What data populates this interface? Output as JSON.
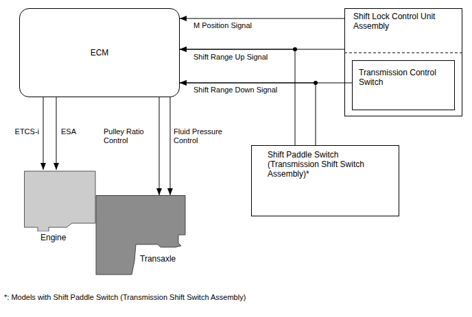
{
  "diagram": {
    "nodes": [
      {
        "text": [
          "ECM"
        ]
      },
      {
        "text": [
          "Shift Lock Control Unit Assembly"
        ]
      },
      {
        "text": [
          "Transmission Control Switch"
        ],
        "in": 1
      },
      {
        "text": [
          "Shift Paddle Switch (Transmission Shift Switch Assembly)*"
        ]
      },
      {
        "text": [
          "Engine"
        ]
      },
      {
        "text": [
          "Transaxle"
        ]
      }
    ],
    "edges": [
      {
        "from": 1,
        "to": 0,
        "arrow": "to",
        "label": "M Position Signal"
      },
      {
        "from": 1,
        "to": 0,
        "arrow": "to",
        "label": "Shift Range Up Signal"
      },
      {
        "from": 3,
        "to": 0,
        "arrow": "to"
      },
      {
        "from": 2,
        "to": 0,
        "arrow": "to",
        "label": "Shift Range Down Signal"
      },
      {
        "from": 3,
        "to": 0,
        "arrow": "to"
      },
      {
        "from": 0,
        "to": 4,
        "arrow": "to",
        "label": "ETCS-i"
      },
      {
        "from": 0,
        "to": 4,
        "arrow": "to",
        "label": "ESA"
      },
      {
        "from": 0,
        "to": 5,
        "arrow": "to",
        "label": "Pulley Ratio Control"
      },
      {
        "from": 0,
        "to": 5,
        "arrow": "to",
        "label": "Fluid Pressure Control"
      }
    ],
    "labels": [
      "*: Models with Shift Paddle Switch (Transmission Shift Switch Assembly)"
    ]
  }
}
